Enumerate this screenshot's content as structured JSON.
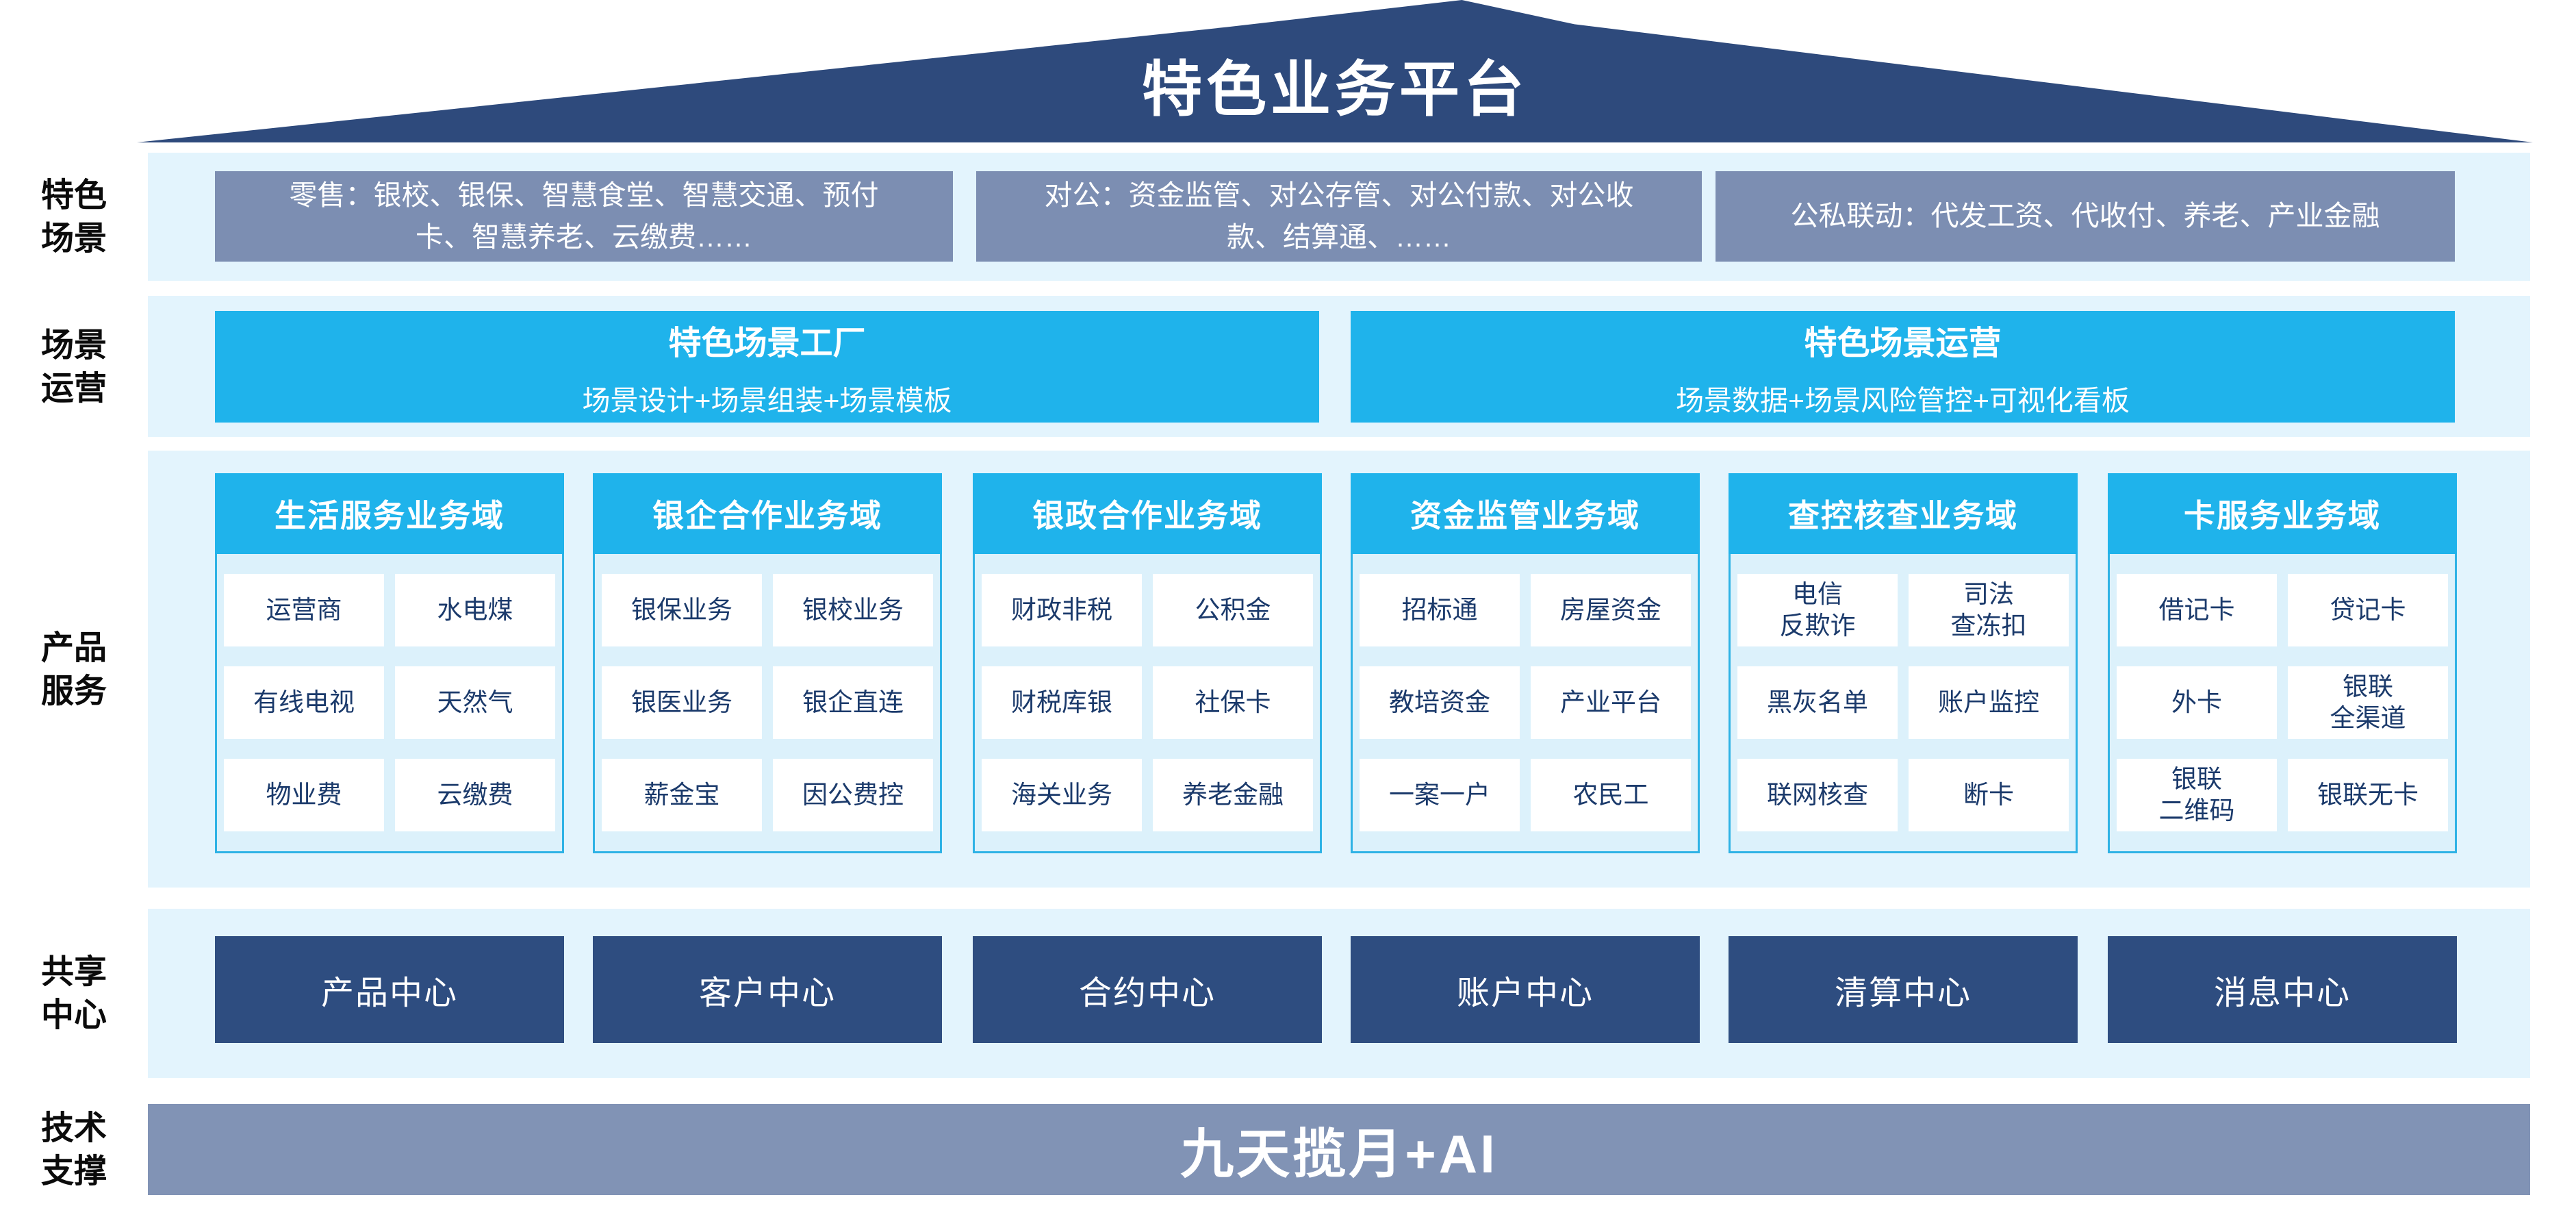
{
  "title": "特色业务平台",
  "side_labels": {
    "scenes": "特色\n场景",
    "operation": "场景\n运营",
    "products": "产品\n服务",
    "centers": "共享\n中心",
    "tech": "技术\n支撑"
  },
  "scenes": {
    "boxes": [
      "零售：银校、银保、智慧食堂、智慧交通、预付\n卡、智慧养老、云缴费……",
      "对公：资金监管、对公存管、对公付款、对公收\n款、结算通、……",
      "公私联动：代发工资、代收付、养老、产业金融"
    ]
  },
  "operation": {
    "boxes": [
      {
        "title": "特色场景工厂",
        "subtitle": "场景设计+场景组装+场景模板"
      },
      {
        "title": "特色场景运营",
        "subtitle": "场景数据+场景风险管控+可视化看板"
      }
    ]
  },
  "products": {
    "domains": [
      {
        "title": "生活服务业务域",
        "items": [
          "运营商",
          "水电煤",
          "有线电视",
          "天然气",
          "物业费",
          "云缴费"
        ]
      },
      {
        "title": "银企合作业务域",
        "items": [
          "银保业务",
          "银校业务",
          "银医业务",
          "银企直连",
          "薪金宝",
          "因公费控"
        ]
      },
      {
        "title": "银政合作业务域",
        "items": [
          "财政非税",
          "公积金",
          "财税库银",
          "社保卡",
          "海关业务",
          "养老金融"
        ]
      },
      {
        "title": "资金监管业务域",
        "items": [
          "招标通",
          "房屋资金",
          "教培资金",
          "产业平台",
          "一案一户",
          "农民工"
        ]
      },
      {
        "title": "查控核查业务域",
        "items": [
          "电信\n反欺诈",
          "司法\n查冻扣",
          "黑灰名单",
          "账户监控",
          "联网核查",
          "断卡"
        ]
      },
      {
        "title": "卡服务业务域",
        "items": [
          "借记卡",
          "贷记卡",
          "外卡",
          "银联\n全渠道",
          "银联\n二维码",
          "银联无卡"
        ]
      }
    ]
  },
  "centers": {
    "boxes": [
      "产品中心",
      "客户中心",
      "合约中心",
      "账户中心",
      "清算中心",
      "消息中心"
    ]
  },
  "tech": {
    "text": "九天揽月+AI"
  },
  "colors": {
    "roof": "#2E4A7C",
    "scene_box": "#7C8EB2",
    "band": "#E3F4FD",
    "cyan": "#1FB3EB",
    "domain_body": "#DCF1FB",
    "domain_border": "#2EB2E5",
    "cell_text": "#1B3A6B",
    "center_box": "#2E4D80",
    "tech_bar": "#8193B5"
  }
}
